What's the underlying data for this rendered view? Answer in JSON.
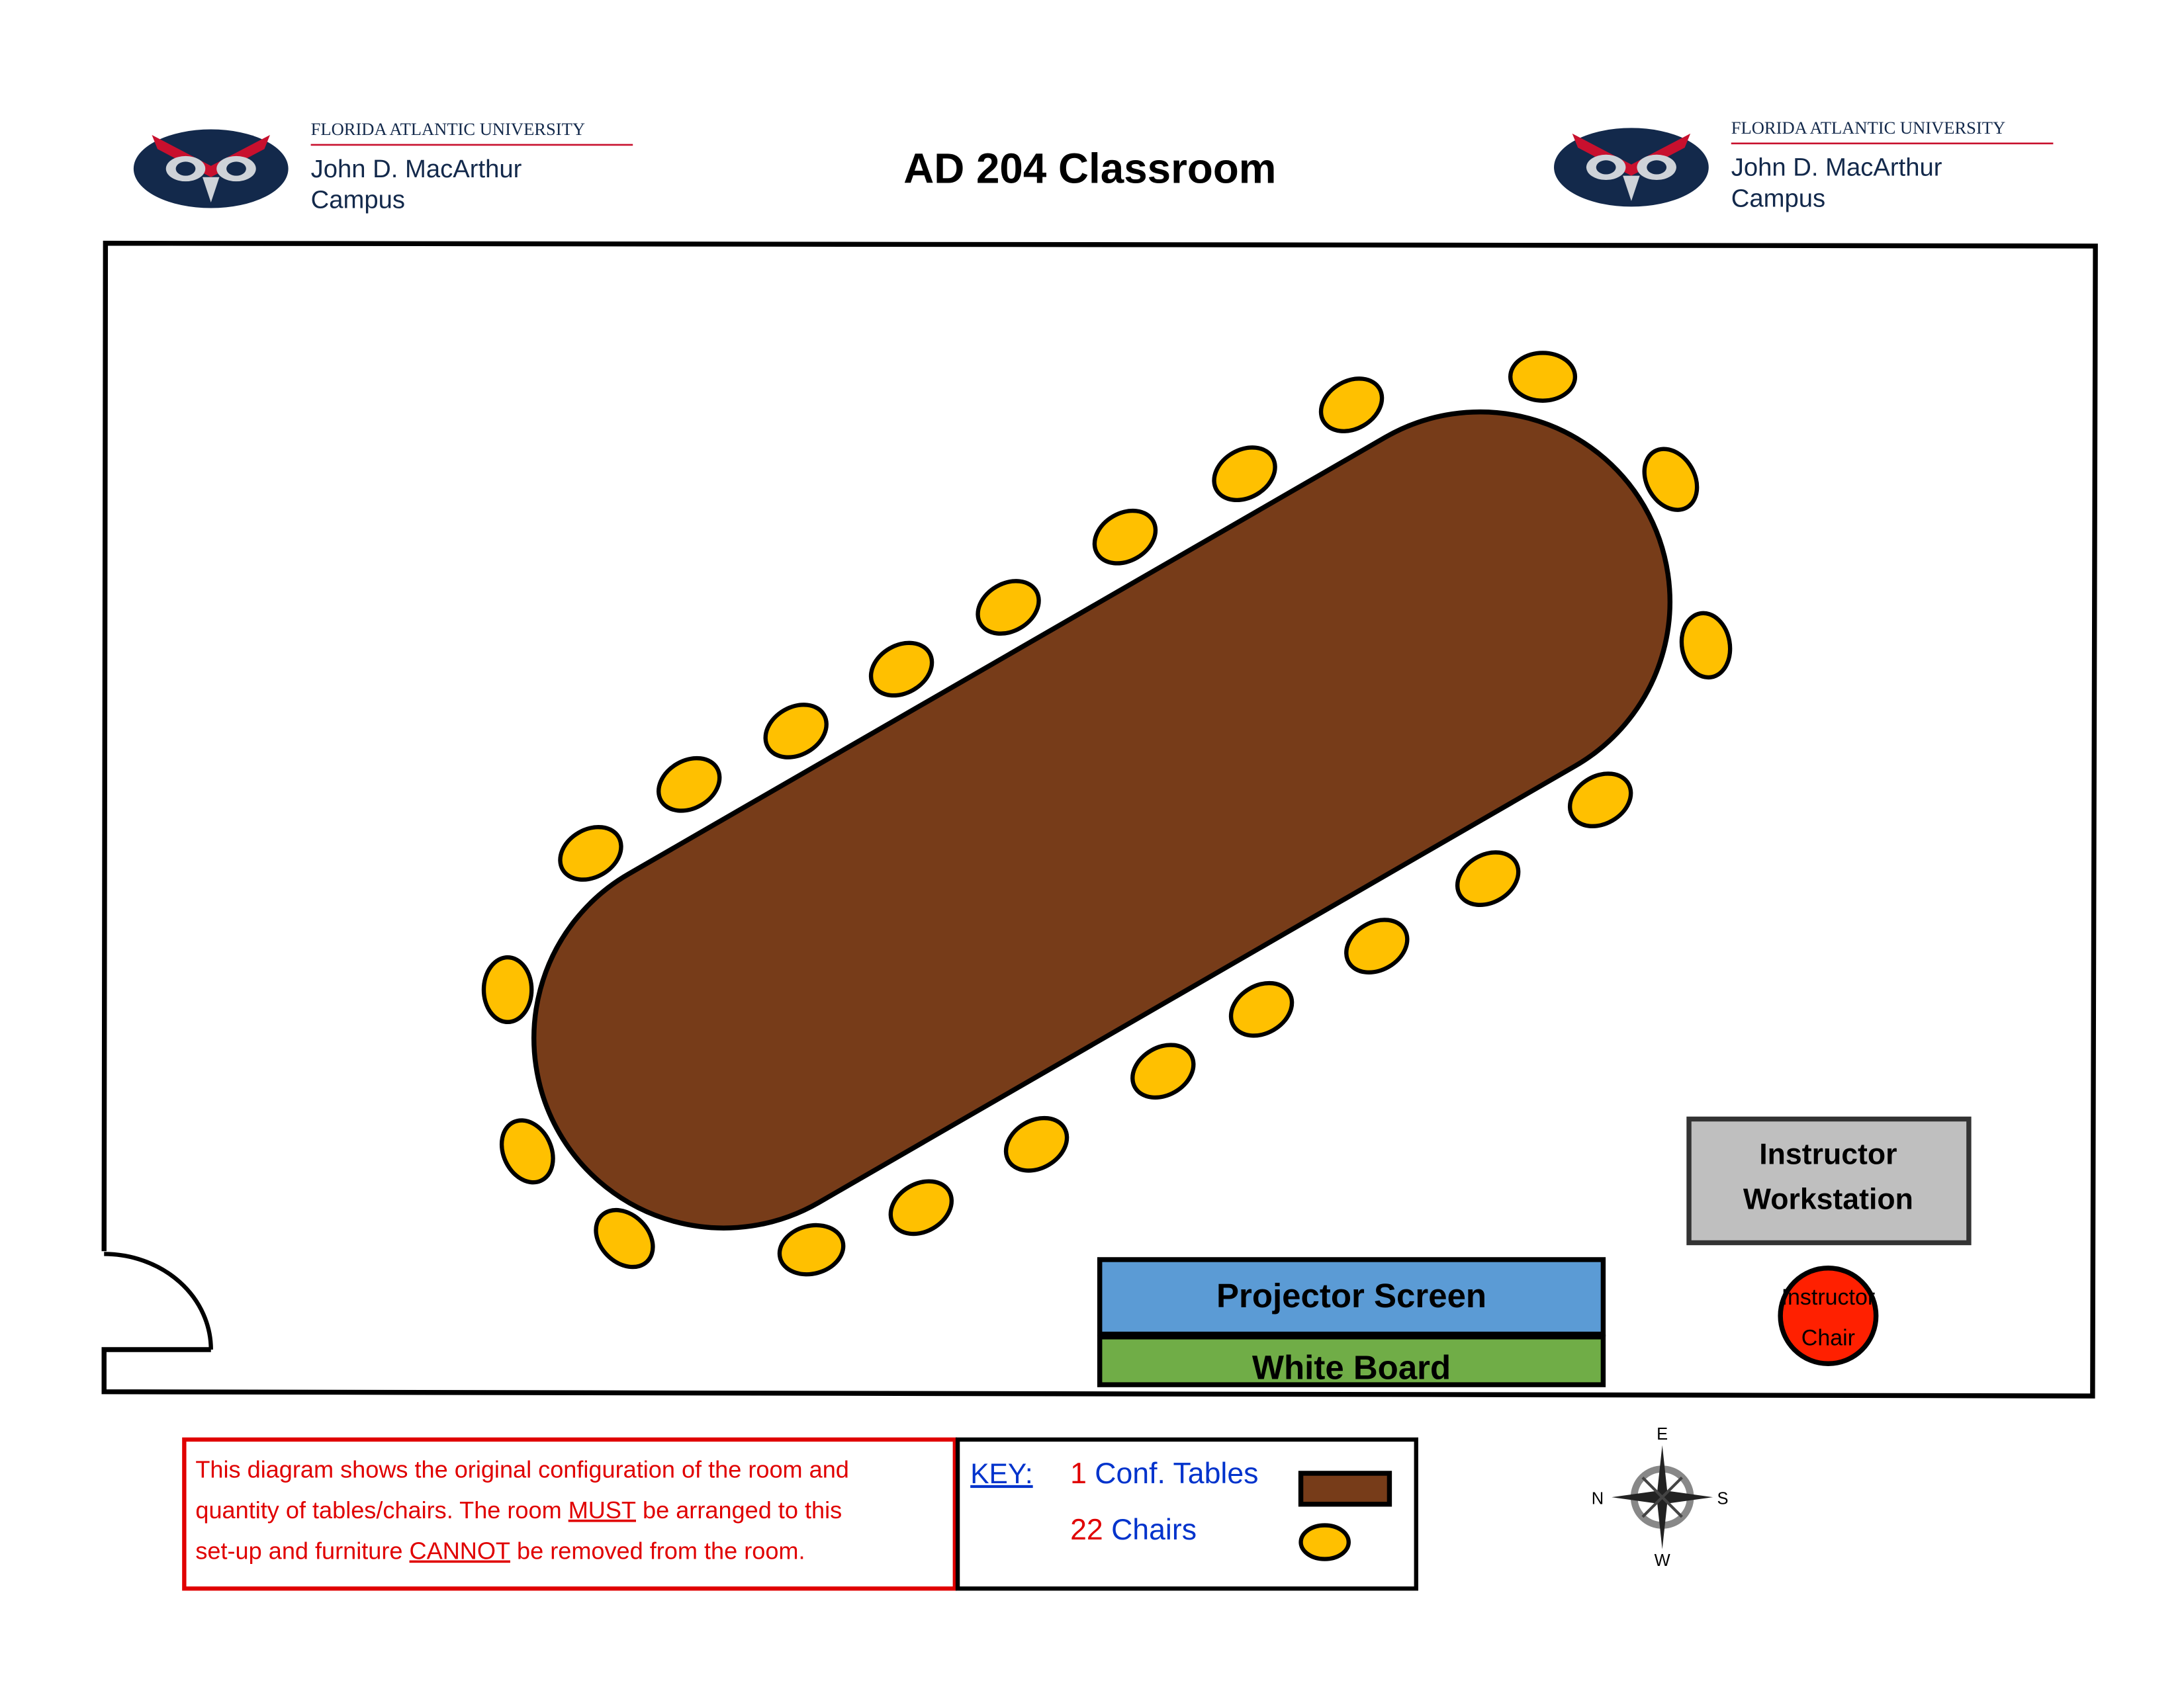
{
  "header": {
    "title": "AD 204 Classroom",
    "logo": {
      "university": "FLORIDA ATLANTIC UNIVERSITY",
      "campus_line1": "John D. MacArthur",
      "campus_line2": "Campus"
    }
  },
  "room": {
    "projector_screen": "Projector Screen",
    "white_board": "White Board",
    "workstation_line1": "Instructor",
    "workstation_line2": "Workstation",
    "instructor_chair_line1": "Instructor",
    "instructor_chair_line2": "Chair"
  },
  "notice": {
    "line1": "This diagram shows the original configuration of the room and",
    "line2_pre": "quantity of tables/chairs. The room ",
    "line2_em": "MUST",
    "line2_post": " be arranged to this",
    "line3_pre": "set-up and furniture ",
    "line3_em": "CANNOT",
    "line3_post": " be removed from the room."
  },
  "key": {
    "label": "KEY:",
    "tables_count": "1",
    "tables_label": "Conf. Tables",
    "chairs_count": "22",
    "chairs_label": "Chairs"
  },
  "compass": {
    "n": "N",
    "e": "E",
    "s": "S",
    "w": "W"
  },
  "colors": {
    "table": "#773c19",
    "chair": "#ffc000",
    "projector": "#5b9bd5",
    "whiteboard": "#70ad47",
    "workstation": "#bfbfbf",
    "instructor_chair": "#ff2000",
    "notice_red": "#e00000",
    "key_blue": "#0033cc"
  }
}
